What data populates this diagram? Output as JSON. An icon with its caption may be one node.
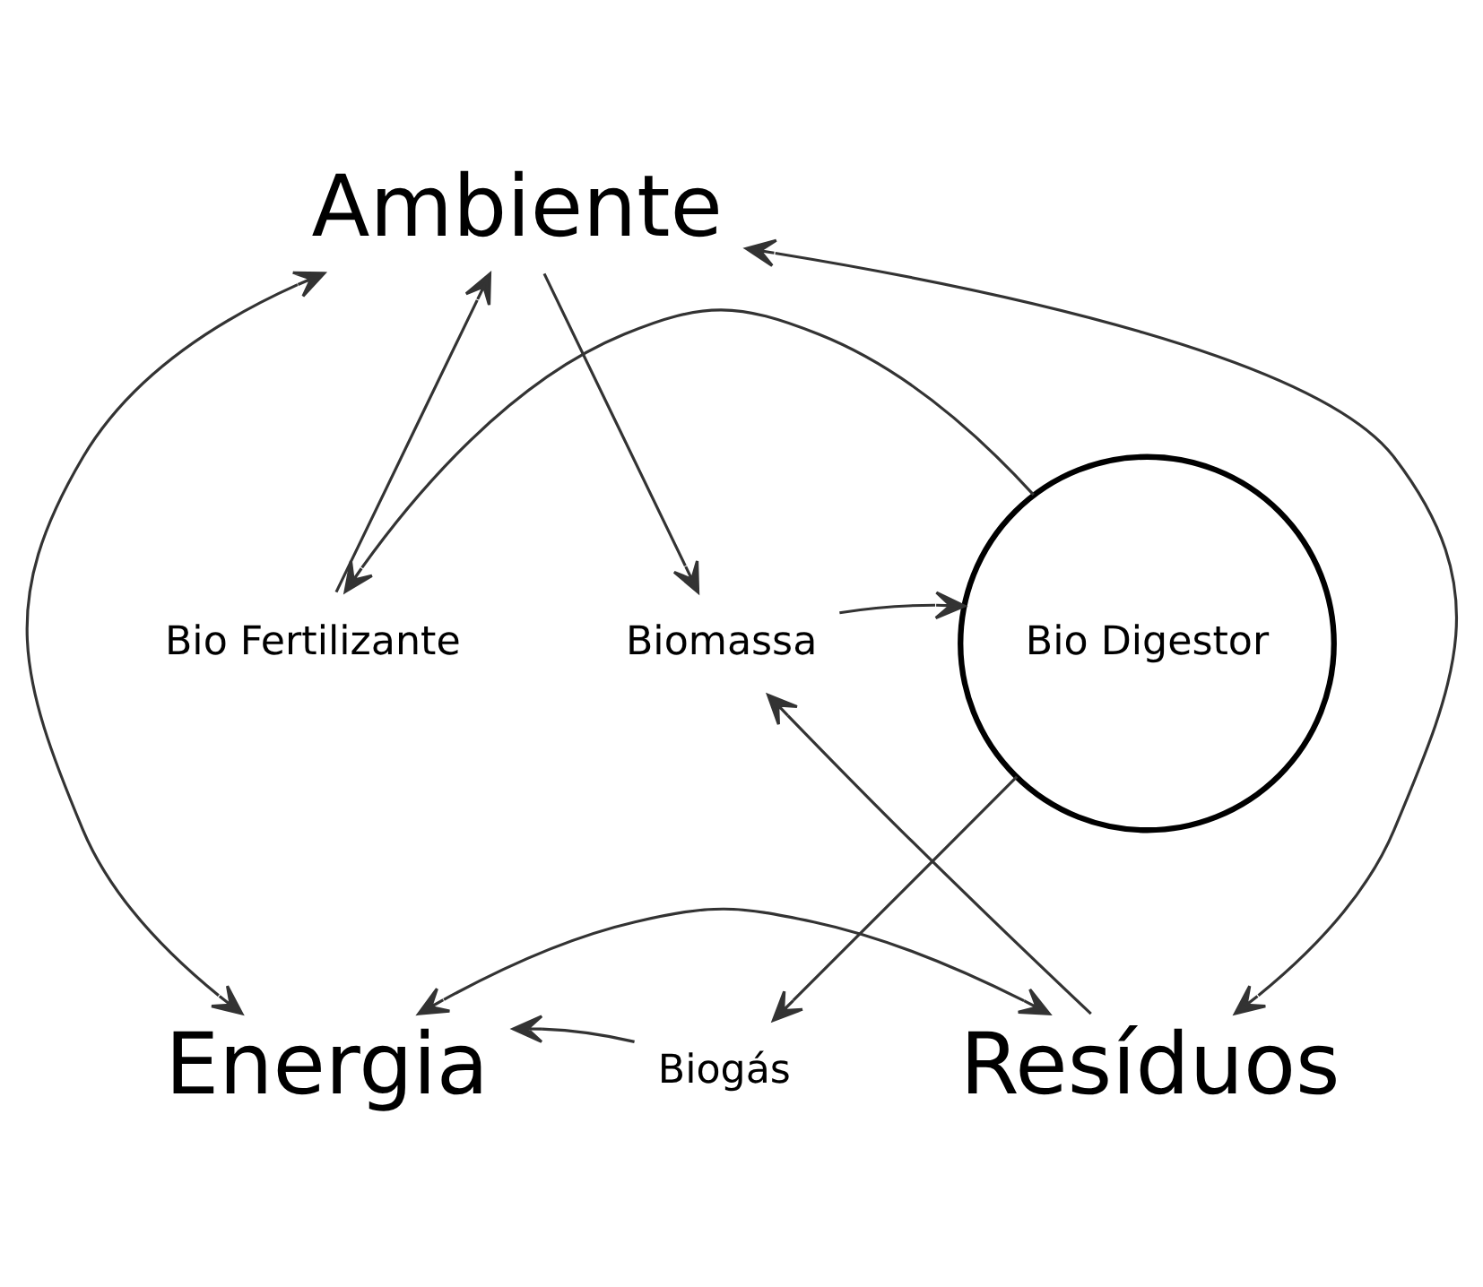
{
  "diagram": {
    "nodes": [
      {
        "text": [
          "Ambiente"
        ]
      },
      {
        "text": [
          "Bio Fertilizante"
        ]
      },
      {
        "text": [
          "Bio Digestor"
        ]
      },
      {
        "text": [
          "Biomassa"
        ]
      },
      {
        "text": [
          "Energia"
        ]
      },
      {
        "text": [
          "Biogás"
        ]
      },
      {
        "text": [
          "Resíduos"
        ]
      }
    ],
    "edges": [
      {
        "from": 0,
        "to": 4,
        "arrow": "both"
      },
      {
        "from": 1,
        "to": 0,
        "arrow": "to"
      },
      {
        "from": 0,
        "to": 3,
        "arrow": "to"
      },
      {
        "from": 0,
        "to": 6,
        "arrow": "both"
      },
      {
        "from": 2,
        "to": 1,
        "arrow": "to"
      },
      {
        "from": 3,
        "to": 2,
        "arrow": "to"
      },
      {
        "from": 6,
        "to": 3,
        "arrow": "to"
      },
      {
        "from": 2,
        "to": 5,
        "arrow": "to"
      },
      {
        "from": 5,
        "to": 4,
        "arrow": "to"
      },
      {
        "from": 4,
        "to": 6,
        "arrow": "both"
      }
    ]
  }
}
